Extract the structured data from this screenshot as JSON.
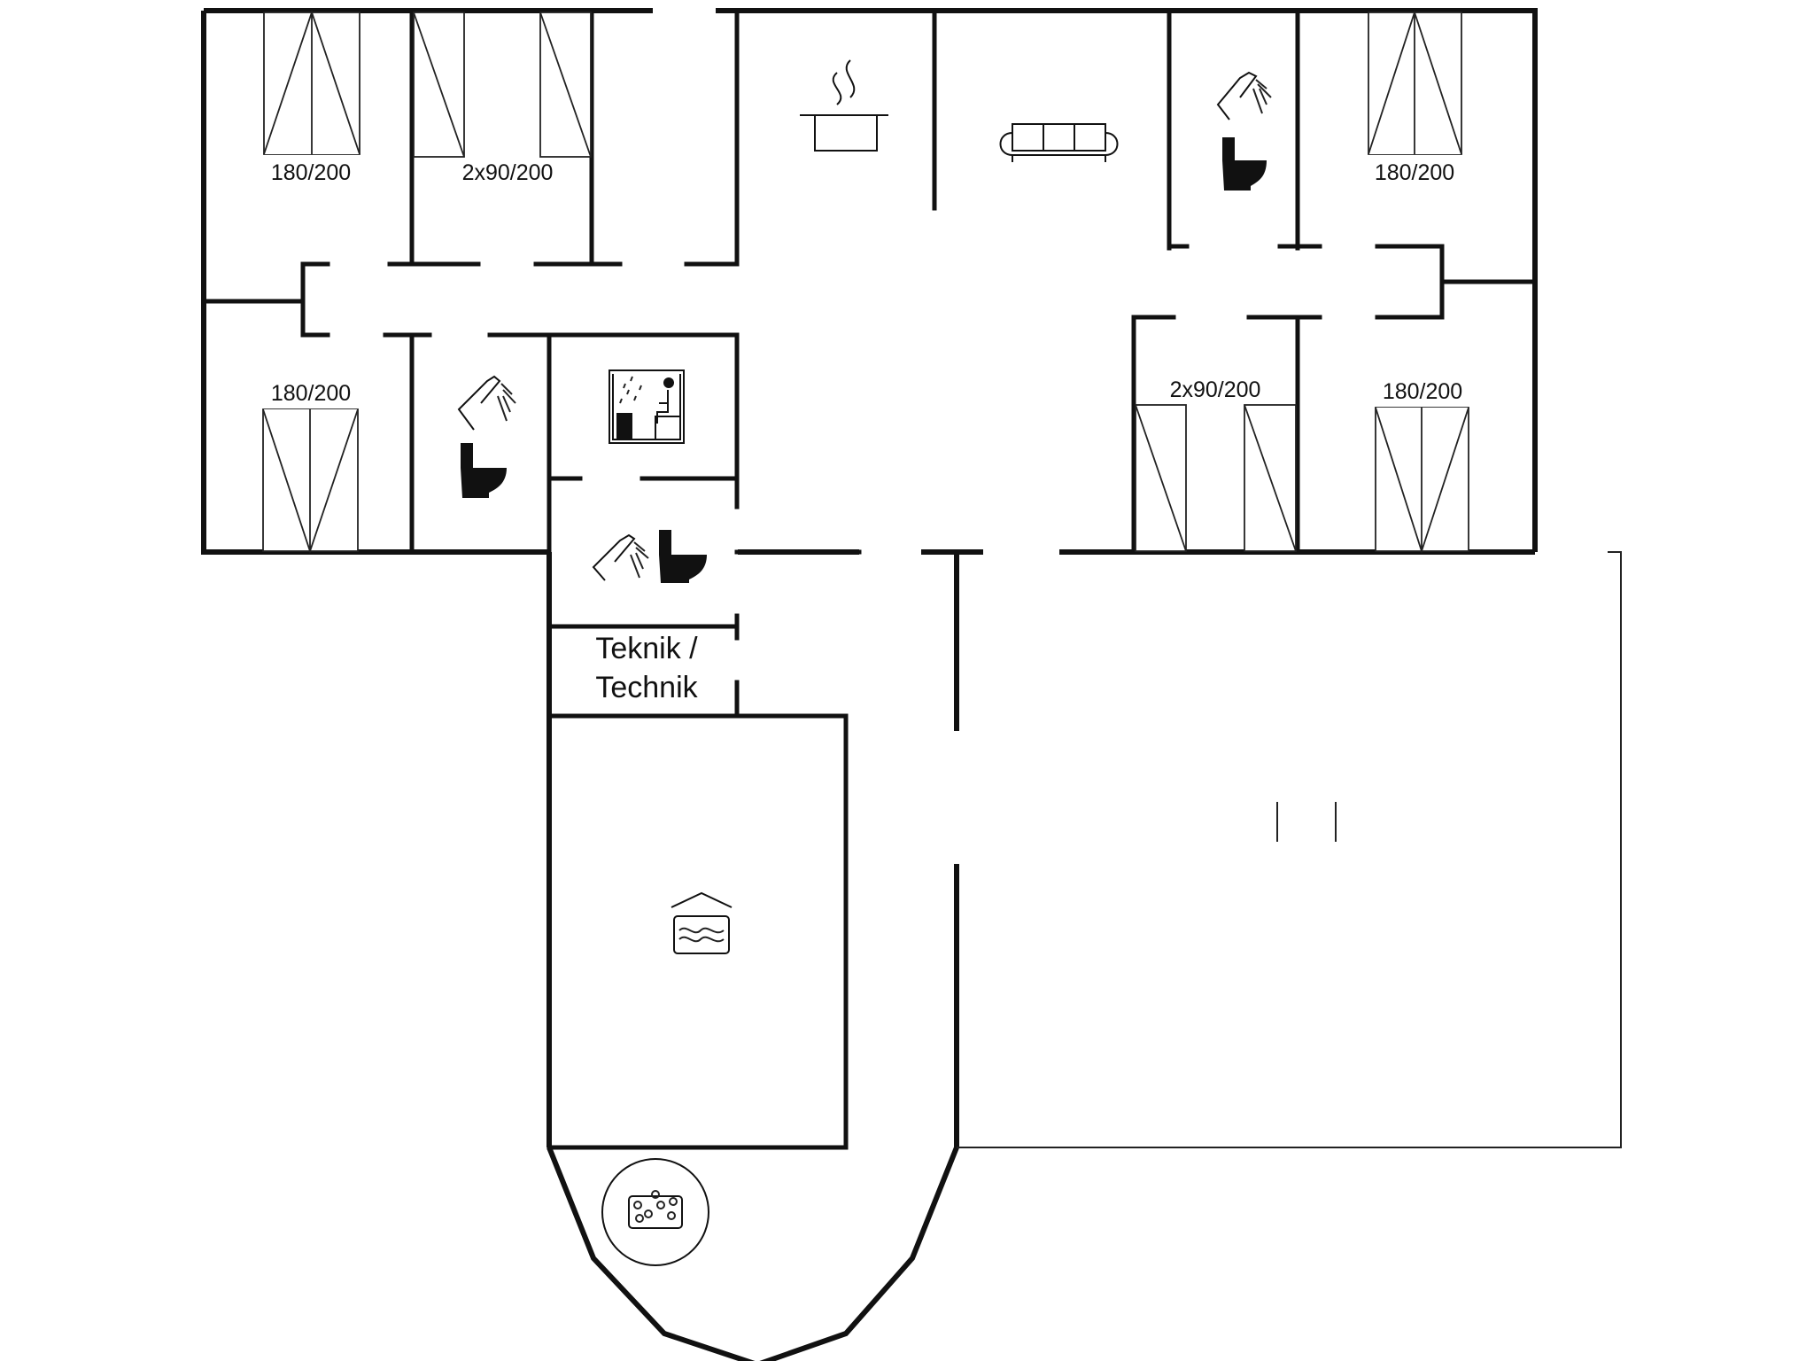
{
  "labels": {
    "bed_top_left": "180/200",
    "bed_top_mid": "2x90/200",
    "bed_top_right": "180/200",
    "bed_mid_left": "180/200",
    "bed_right_mid": "2x90/200",
    "bed_right": "180/200",
    "technik_line1": "Teknik /",
    "technik_line2": "Technik"
  },
  "icons": [
    "cooking-pot-icon",
    "sofa-icon",
    "shower-icon",
    "toilet-icon",
    "sauna-icon",
    "pool-icon",
    "whirlpool-icon"
  ],
  "colors": {
    "wall": "#111111",
    "background": "#ffffff"
  }
}
